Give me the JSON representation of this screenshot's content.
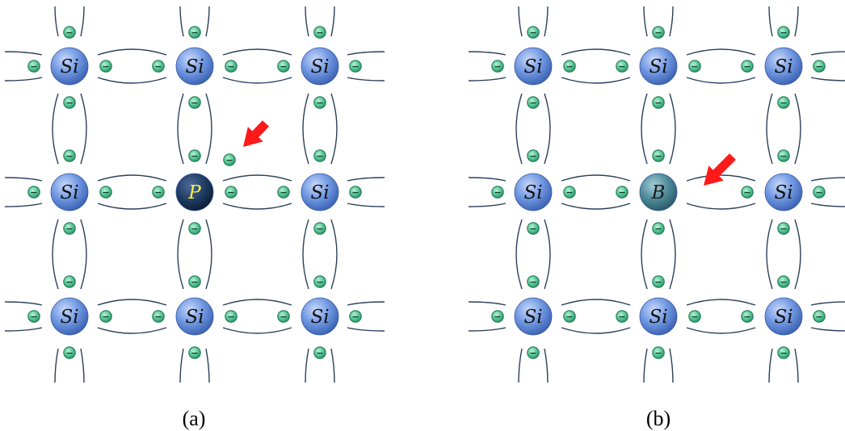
{
  "panels": [
    {
      "caption": "(a)",
      "dopant_label": "P",
      "dopant_color": "#1e3a5f",
      "dopant_text_color": "#ffee44",
      "feature": "extra-electron"
    },
    {
      "caption": "(b)",
      "dopant_label": "B",
      "dopant_color": "#4f8a99",
      "dopant_text_color": "#1a1a1a",
      "feature": "hole"
    }
  ],
  "host_label": "Si",
  "electron_symbol": "−",
  "colors": {
    "host_atom": "#5a86d6",
    "electron_fill": "#59c79a",
    "electron_stroke": "#1f7a55",
    "bond_stroke": "#2b3f5c",
    "arrow": "#ff1a1a"
  }
}
